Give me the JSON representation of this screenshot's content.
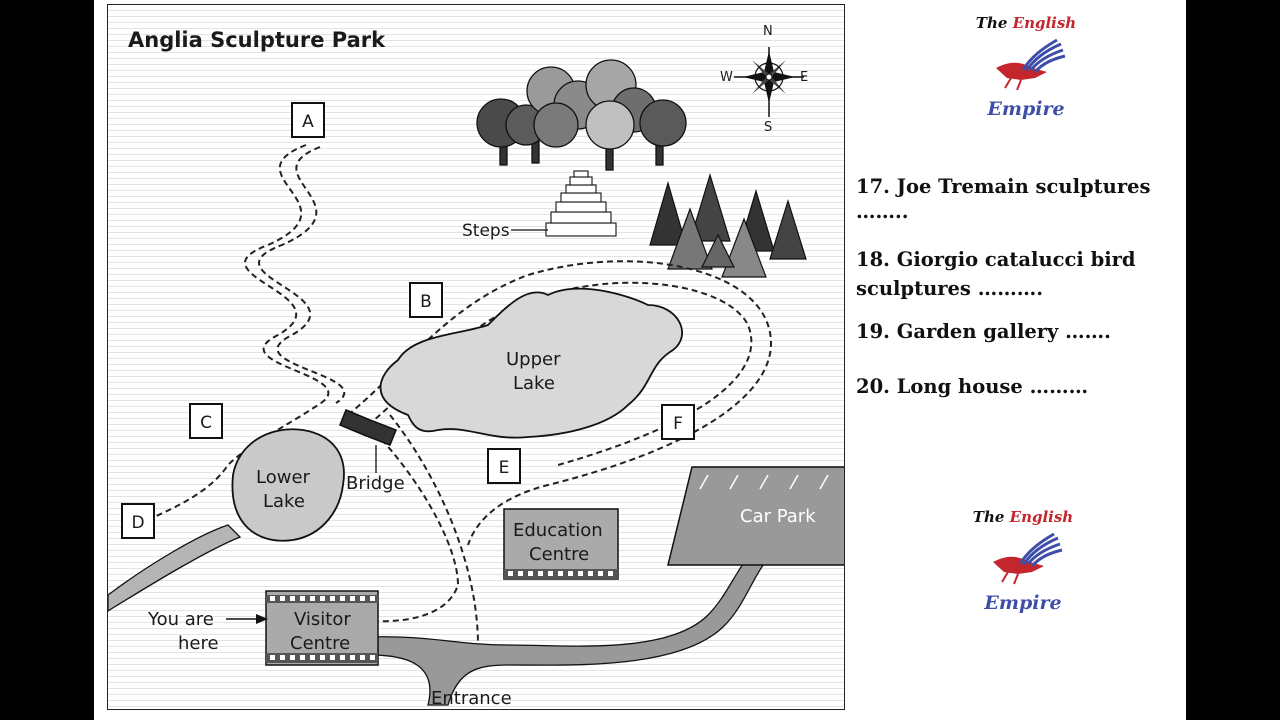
{
  "map": {
    "title": "Anglia Sculpture Park",
    "compass": {
      "n": "N",
      "s": "S",
      "e": "E",
      "w": "W"
    },
    "markers": [
      "A",
      "B",
      "C",
      "D",
      "E",
      "F"
    ],
    "labels": {
      "steps": "Steps",
      "upper_lake_1": "Upper",
      "upper_lake_2": "Lake",
      "lower_lake_1": "Lower",
      "lower_lake_2": "Lake",
      "bridge": "Bridge",
      "education_1": "Education",
      "education_2": "Centre",
      "car_park": "Car Park",
      "you_are_1": "You are",
      "you_are_2": "here",
      "visitor_1": "Visitor",
      "visitor_2": "Centre",
      "entrance": "Entrance"
    }
  },
  "questions": [
    {
      "line1": "17. Joe Tremain sculptures",
      "line2": "…….."
    },
    {
      "line1": "18. Giorgio catalucci bird",
      "line2": "sculptures  ………."
    },
    {
      "line1": "19. Garden gallery …….",
      "line2": ""
    },
    {
      "line1": "20. Long house  ………",
      "line2": ""
    }
  ],
  "logo": {
    "the": "The",
    "english": "English",
    "empire": "Empire"
  },
  "colors": {
    "brand_red": "#c4262e",
    "brand_blue": "#3e4ea8"
  }
}
